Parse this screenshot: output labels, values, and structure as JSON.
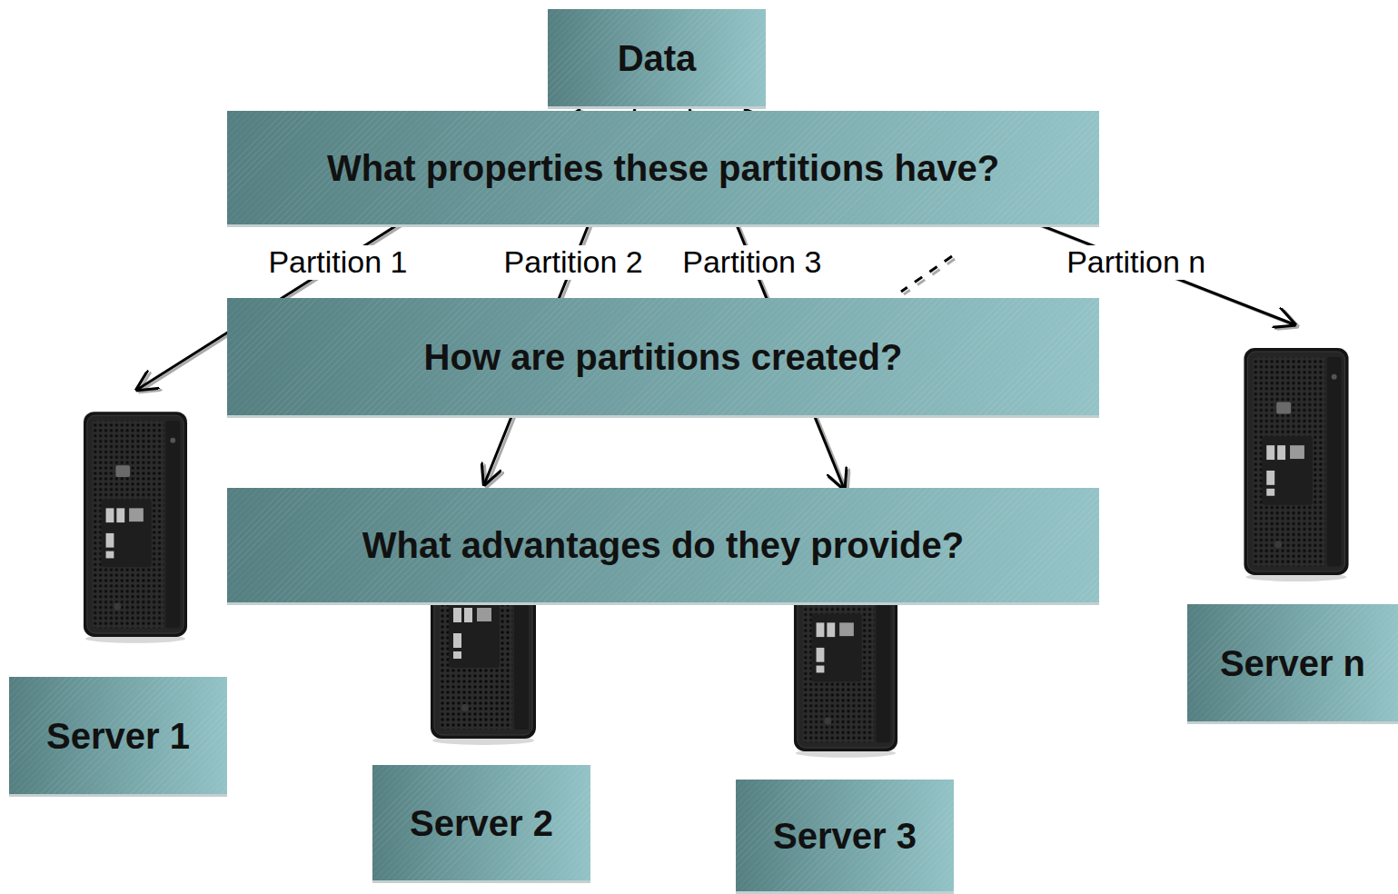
{
  "diagram": {
    "nodes": [
      {
        "text": [
          "Data"
        ]
      },
      {
        "text": [
          "What properties these partitions have?"
        ]
      },
      {
        "text": [
          "How are partitions created?"
        ]
      },
      {
        "text": [
          "What advantages do they provide?"
        ]
      },
      {
        "text": [
          "Server 1"
        ]
      },
      {
        "text": [
          "Server 2"
        ]
      },
      {
        "text": [
          "Server 3"
        ]
      },
      {
        "text": [
          "Server n"
        ]
      }
    ],
    "edges": [
      {
        "from": 0,
        "to": 4,
        "label": "Partition 1",
        "arrow": "to"
      },
      {
        "from": 0,
        "to": 5,
        "label": "Partition 2",
        "arrow": "to"
      },
      {
        "from": 0,
        "to": 6,
        "label": "Partition 3",
        "arrow": "to"
      },
      {
        "from": 0,
        "to": 7,
        "label": "Partition n",
        "arrow": "to"
      }
    ]
  }
}
